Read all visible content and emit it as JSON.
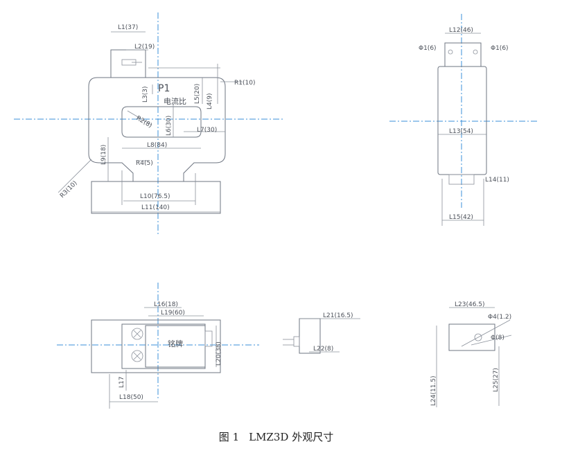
{
  "caption": {
    "fig": "图 1",
    "title": "LMZ3D 外观尺寸"
  },
  "labels": {
    "p1": "P1",
    "ct_ratio": "电流比",
    "nameplate": "铭牌"
  },
  "dims": {
    "L1": "L1(37)",
    "L2": "L2(19)",
    "L3": "L3(3)",
    "L4": "L4(9)",
    "L5": "L5(20)",
    "L6": "L6(30)",
    "L7": "L7(30)",
    "L8": "L8(84)",
    "L9": "L9(18)",
    "L10": "L10(76.5)",
    "L11": "L11(140)",
    "R1": "R1(10)",
    "R2": "R2(8)",
    "R3": "R3(10)",
    "R4": "R4(5)",
    "L12": "L12(46)",
    "phi1a": "Φ1(6)",
    "phi1b": "Φ1(6)",
    "L13": "L13(54)",
    "L14": "L14(11)",
    "L15": "L15(42)",
    "L16": "L16(18)",
    "L19": "L19(60)",
    "L20": "L20(38)",
    "L17": "L17",
    "L18": "L18(50)",
    "L21": "L21(16.5)",
    "L22": "L22(8)",
    "L23": "L23(46.5)",
    "L24": "L24(11.5)",
    "L25": "L25(27)",
    "phi4": "Φ4(1.2)",
    "phi5": "Φ(8)"
  }
}
